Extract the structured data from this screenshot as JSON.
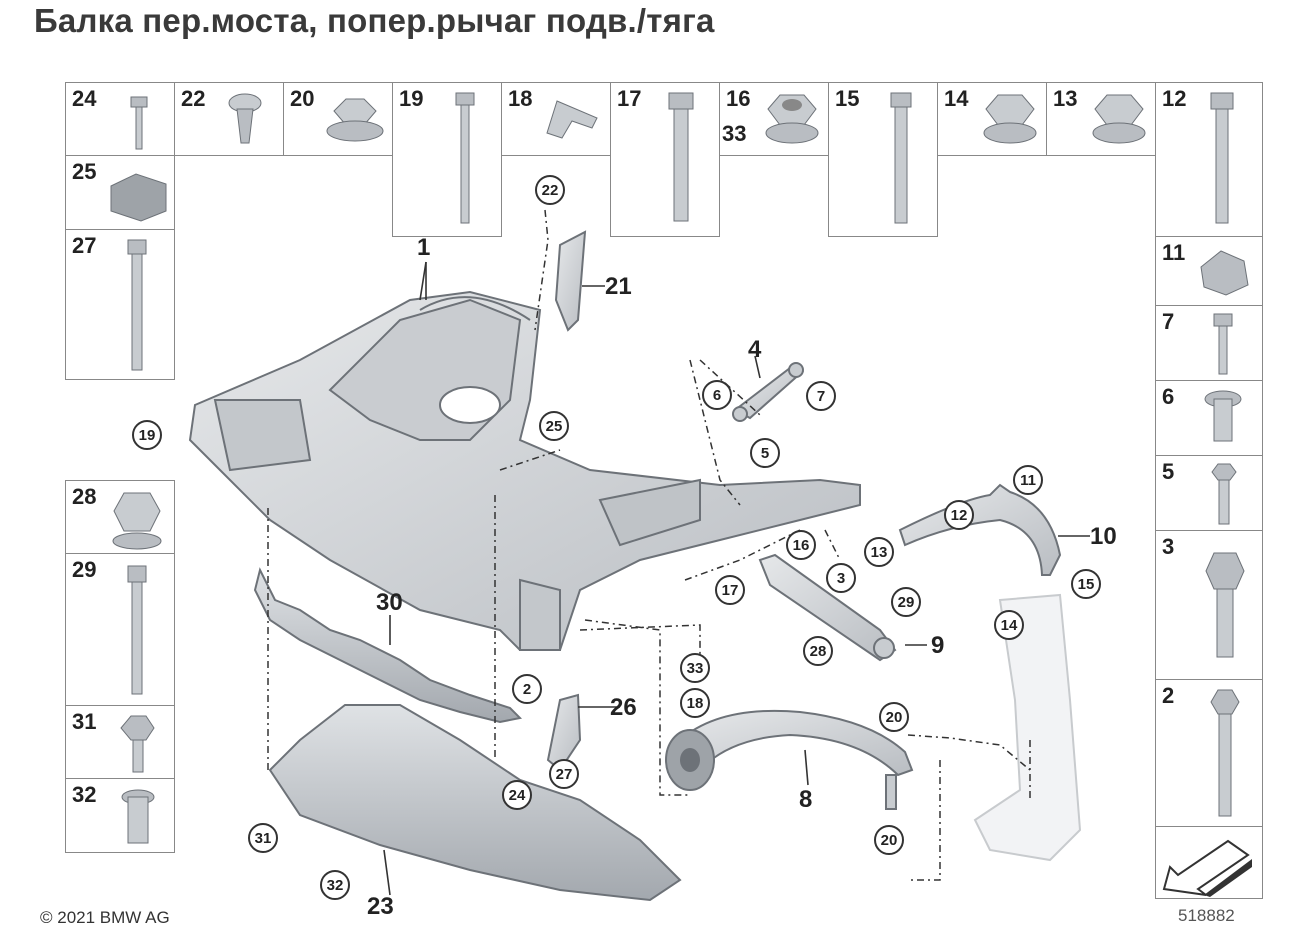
{
  "title": "Балка пер.моста, попер.рычаг подв./тяга",
  "copyright": "© 2021 BMW AG",
  "image_number": "518882",
  "parts_top": [
    "24",
    "22",
    "20",
    "19",
    "18",
    "17",
    "16",
    "33",
    "15",
    "14",
    "13",
    "12"
  ],
  "parts_left": [
    "25",
    "27",
    "28",
    "29",
    "31",
    "32"
  ],
  "parts_right": [
    "11",
    "7",
    "6",
    "5",
    "3",
    "2"
  ],
  "callouts": {
    "c19": "19",
    "c22": "22",
    "c25": "25",
    "c6": "6",
    "c7": "7",
    "c5": "5",
    "c11": "11",
    "c12": "12",
    "c16": "16",
    "c13": "13",
    "c3": "3",
    "c17": "17",
    "c15": "15",
    "c14": "14",
    "c29": "29",
    "c28": "28",
    "c33": "33",
    "c2": "2",
    "c18": "18",
    "c20a": "20",
    "c20b": "20",
    "c27": "27",
    "c24": "24",
    "c31": "31",
    "c32": "32"
  },
  "labels": {
    "l1": "1",
    "l21": "21",
    "l4": "4",
    "l10": "10",
    "l9": "9",
    "l30": "30",
    "l26": "26",
    "l8": "8",
    "l23": "23"
  },
  "colors": {
    "frame": "#888888",
    "part_fill": "#d4d7da",
    "part_stroke": "#6d7278",
    "dark_fill": "#a8adb2"
  }
}
